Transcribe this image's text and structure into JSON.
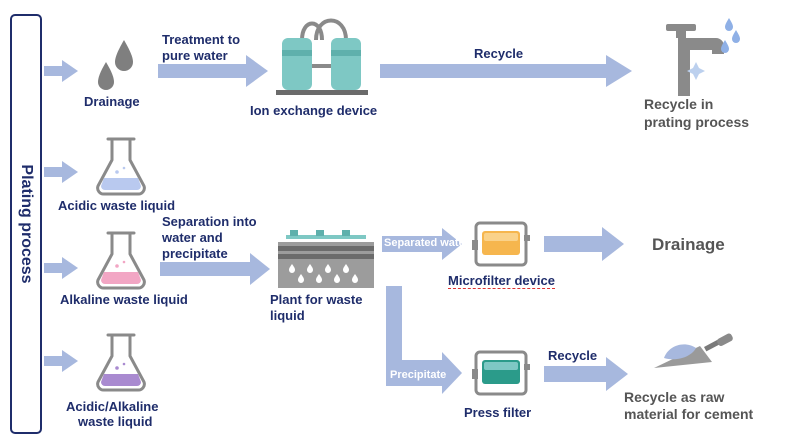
{
  "sidebar": {
    "label": "Plating process"
  },
  "sources": {
    "drainage": "Drainage",
    "acidic": "Acidic waste liquid",
    "alkaline": "Alkaline waste liquid",
    "mixed_line1": "Acidic/Alkaline",
    "mixed_line2": "waste liquid"
  },
  "steps": {
    "treatment_line1": "Treatment to",
    "treatment_line2": "pure water",
    "ion_exchange": "Ion exchange device",
    "recycle_top": "Recycle",
    "recycle_plating_line1": "Recycle in",
    "recycle_plating_line2": "prating process",
    "separation_line1": "Separation into",
    "separation_line2": "water and",
    "separation_line3": "precipitate",
    "plant_line1": "Plant for waste",
    "plant_line2": "liquid",
    "separated_water": "Separated water",
    "microfilter": "Microfilter device",
    "drainage_out": "Drainage",
    "precipitate": "Precipitate",
    "press_filter": "Press filter",
    "recycle_bottom": "Recycle",
    "cement_line1": "Recycle as raw",
    "cement_line2": "material for cement"
  },
  "colors": {
    "arrow": "#a7b8de",
    "text": "#1f2d6b",
    "drop": "#7f7f7f",
    "acidic": "#b9c9ef",
    "alkaline": "#f2a6c4",
    "mixed": "#a98ad0",
    "ion": "#7ec8c4",
    "microfilter": "#f6b64e",
    "press": "#2b9b8a"
  }
}
